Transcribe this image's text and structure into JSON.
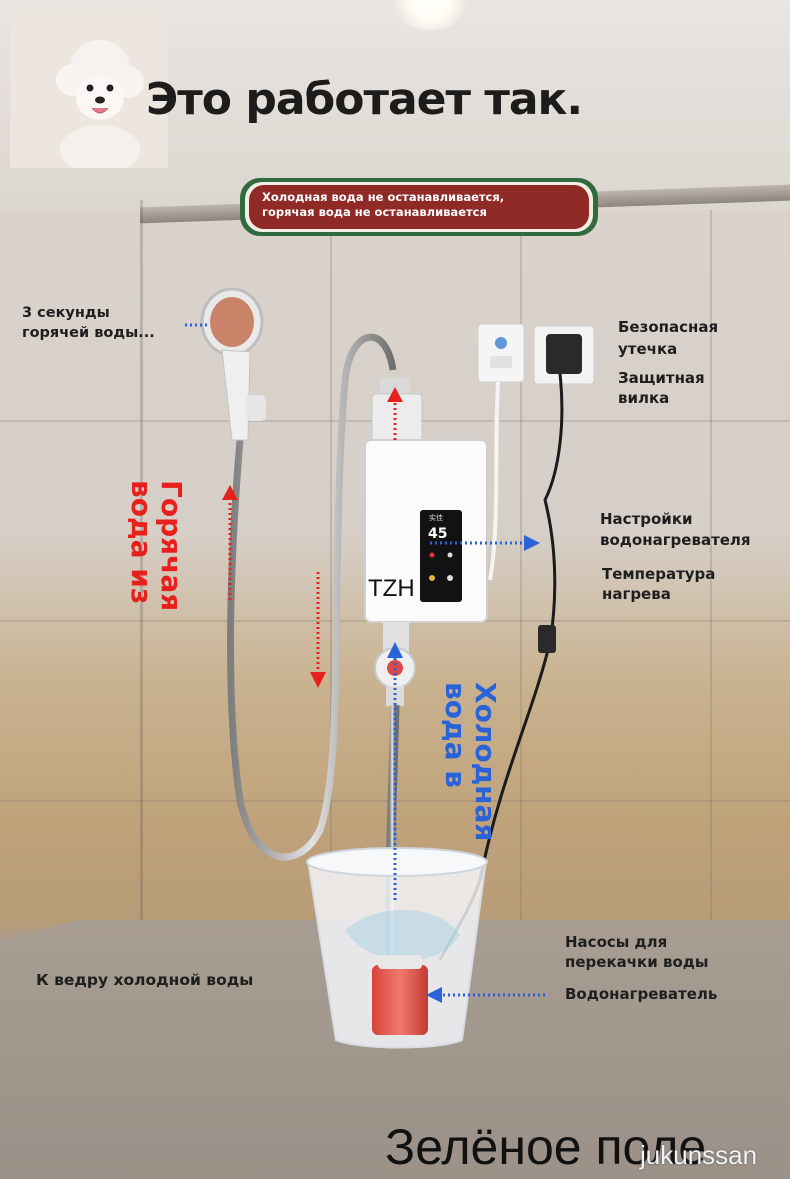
{
  "title": "Это работает так.",
  "banner": {
    "line1": "Холодная вода не останавливается,",
    "line2": "горячая вода не останавливается"
  },
  "labels": {
    "hot_seconds_1": "3 секунды",
    "hot_seconds_2": "горячей воды...",
    "safe_1": "Безопасная",
    "safe_2": "утечка",
    "plug_1": "Защитная",
    "plug_2": "вилка",
    "settings_1": "Настройки",
    "settings_2": "водонагревателя",
    "temp_1": "Температура",
    "temp_2": "нагрева",
    "pump_1": "Насосы для",
    "pump_2": "перекачки воды",
    "heater": "Водонагреватель",
    "bucket": "К ведру холодной воды",
    "hot_vertical_1": "Горячая",
    "hot_vertical_2": "вода из",
    "cold_vertical_1": "Холодная",
    "cold_vertical_2": "вода в",
    "brand": "TZH",
    "display_temp": "45",
    "display_header": "实佳"
  },
  "footer": "Зелёное поле",
  "watermark": "jukunssan",
  "colors": {
    "banner_bg": "#8f2a26",
    "banner_border": "#2f6b3c",
    "hot_arrow": "#e8201c",
    "cold_arrow": "#2a63d8"
  }
}
